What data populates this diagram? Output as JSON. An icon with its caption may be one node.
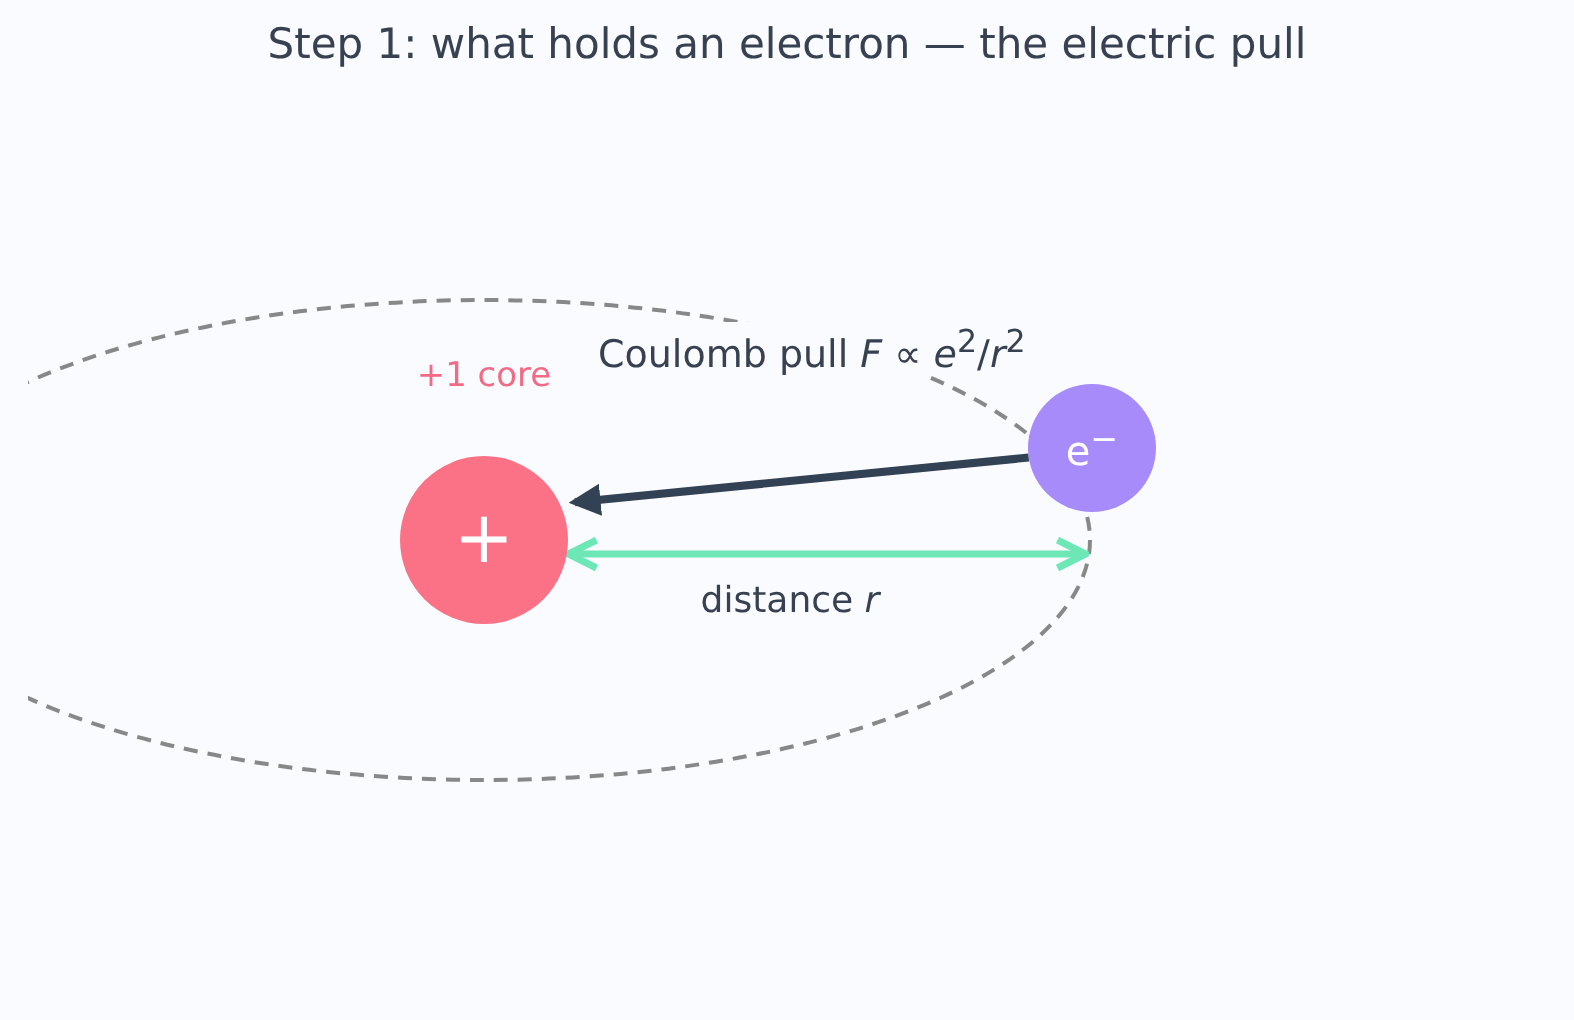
{
  "diagram": {
    "title": "Step 1: what holds an electron — the electric pull",
    "nodes": [
      {
        "text": [
          "+"
        ],
        "beside": [
          "+1 core"
        ]
      },
      {
        "text": [
          "e$^{−}$"
        ]
      }
    ],
    "edges": [
      {
        "from": 1,
        "to": 0,
        "arrow": "to",
        "label": "Coulomb pull  *F* ∝ *e*$^{2}$/*r*$^{2}$"
      },
      {
        "from": 0,
        "to": 1,
        "arrow": "both",
        "label": "distance *r*",
        "color": "#6ee7b7"
      }
    ]
  }
}
